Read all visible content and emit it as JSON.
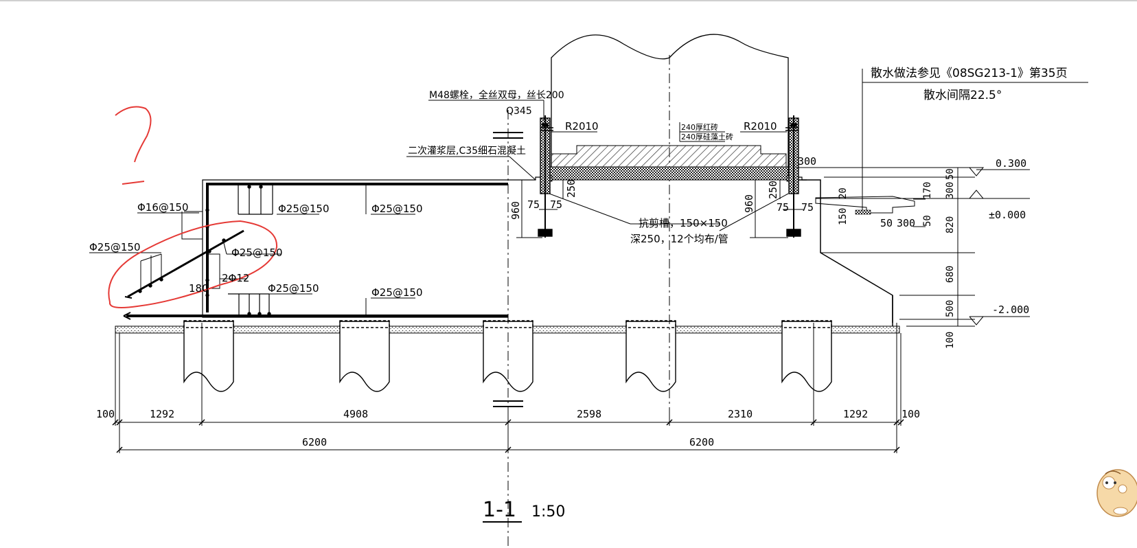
{
  "annotations": {
    "scribble_question": "?",
    "rebar": {
      "top_left_small": "Φ16@150",
      "left_slope": "Φ25@150",
      "top_mid": "Φ25@150",
      "top_right": "Φ25@150",
      "circle_inner": "Φ25@150",
      "bottom_left": "Φ25@150",
      "bottom_right": "Φ25@150",
      "two_bars": "2Φ12",
      "angle": "180"
    },
    "bolt": "M48螺栓，全丝双母，丝长200",
    "steel": "Q345",
    "grout": "二次灌浆层,C35细石混凝土",
    "r2010_left": "R2010",
    "r2010_right": "R2010",
    "brick_1": "240厚红砖",
    "brick_2": "240厚硅藻土砖",
    "shear_1": "抗剪槽，150×150",
    "shear_2": "深250，12个均布/管",
    "apron_ref": "散水做法参见《08SG213-1》第35页",
    "apron_spacing": "散水间隔22.5°"
  },
  "dimensions": {
    "d250_l": "250",
    "d250_r": "250",
    "d75_l1": "75",
    "d75_l2": "75",
    "d75_r1": "75",
    "d75_r2": "75",
    "d960_l": "960",
    "d960_r": "960",
    "d300_top": "300",
    "d20": "20",
    "d150": "150",
    "d170": "170",
    "d50_a": "50",
    "d50_b": "50",
    "d300_b": "300",
    "v50": "50",
    "v300": "300",
    "v820": "820",
    "v680": "680",
    "v500": "500",
    "v100": "100",
    "bottom_row": [
      "100",
      "1292",
      "4908",
      "2598",
      "2310",
      "1292",
      "100"
    ],
    "total_left": "6200",
    "total_right": "6200"
  },
  "elevations": {
    "top": "0.300",
    "zero": "±0.000",
    "bottom": "-2.000"
  },
  "title": {
    "section": "1-1",
    "scale": "1:50"
  },
  "colors": {
    "line": "#000000",
    "markup": "#e53935",
    "hatch": "#555555"
  },
  "icons": {
    "mascot": "hamster-sticker-icon"
  }
}
